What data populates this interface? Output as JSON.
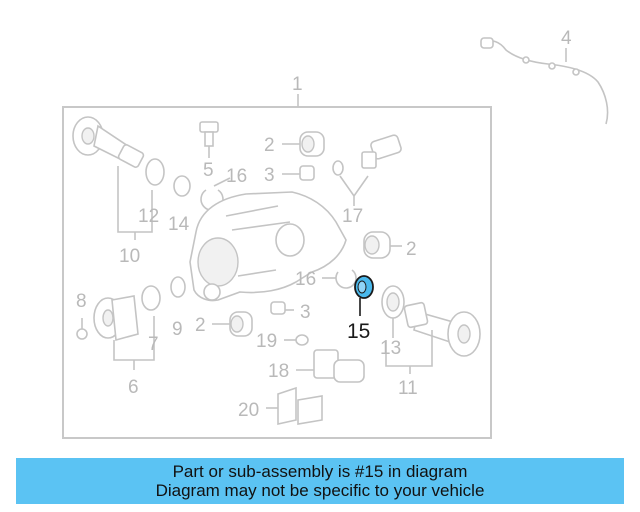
{
  "diagram": {
    "callouts": {
      "c1": "1",
      "c2a": "2",
      "c2b": "2",
      "c2c": "2",
      "c3a": "3",
      "c3b": "3",
      "c4": "4",
      "c5": "5",
      "c6": "6",
      "c7": "7",
      "c8": "8",
      "c9": "9",
      "c10": "10",
      "c11": "11",
      "c12": "12",
      "c13": "13",
      "c14": "14",
      "c15": "15",
      "c16a": "16",
      "c16b": "16",
      "c17": "17",
      "c18": "18",
      "c19": "19",
      "c20": "20"
    },
    "highlight_color": "#4ab9ec"
  },
  "banner": {
    "line1": "Part or sub-assembly is #15 in diagram",
    "line2": "Diagram may not be specific to your vehicle",
    "color": "#5bc3f3"
  }
}
